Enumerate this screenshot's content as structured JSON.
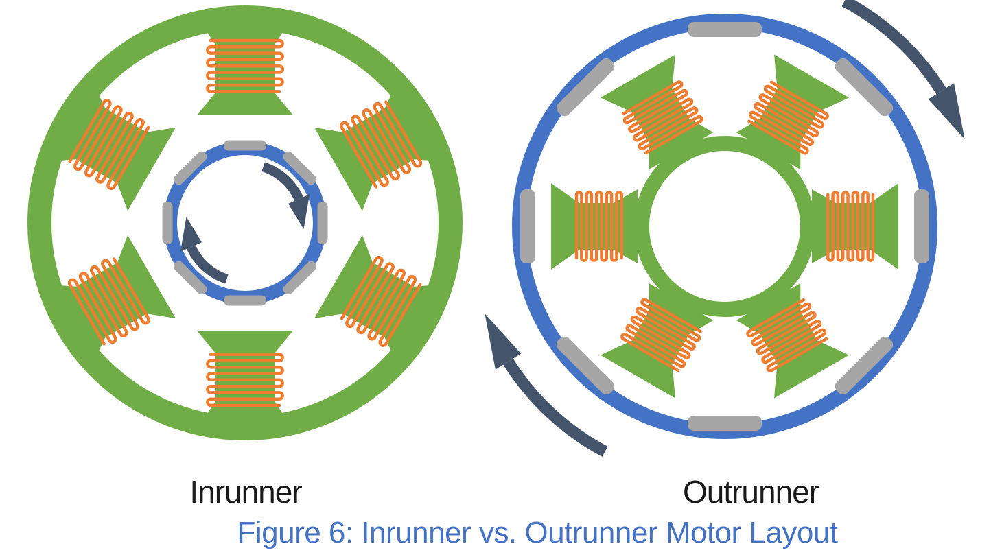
{
  "figure": {
    "left_label": "Inrunner",
    "right_label": "Outrunner",
    "caption": "Figure 6: Inrunner vs. Outrunner Motor Layout"
  },
  "colors": {
    "stator_green": "#70AD47",
    "coil_orange": "#ED7D31",
    "rotor_blue": "#4472C4",
    "magnet_gray": "#A6A6A6",
    "arrow_dark": "#44546A",
    "label_black": "#1A1A1A",
    "caption_blue": "#4472C4",
    "background": "#FFFFFF"
  },
  "diagram": {
    "inrunner": {
      "label": "Inrunner",
      "stator": "outer green ring with 6 inward-facing poles",
      "pole_count": 6,
      "coil_count": 6,
      "rotor": "inner blue ring with 8 gray magnets",
      "magnet_count": 8,
      "rotation_arrows": 2,
      "rotation_direction": "clockwise (arrows inside rotor)"
    },
    "outrunner": {
      "label": "Outrunner",
      "stator": "inner green hub with 6 outward-facing poles",
      "pole_count": 6,
      "coil_count": 6,
      "rotor": "outer blue ring with 8 gray magnets",
      "magnet_count": 8,
      "rotation_arrows": 2,
      "rotation_direction": "clockwise (arrows outside ring)"
    }
  }
}
